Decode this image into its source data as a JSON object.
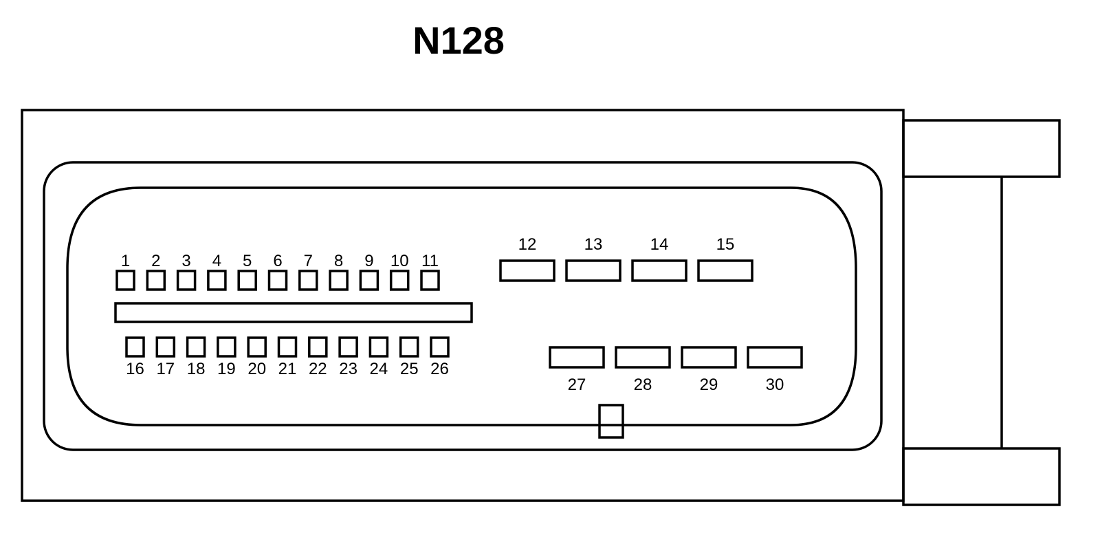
{
  "title": "N128",
  "pins": {
    "row_top_small": [
      "1",
      "2",
      "3",
      "4",
      "5",
      "6",
      "7",
      "8",
      "9",
      "10",
      "11"
    ],
    "row_bottom_small": [
      "16",
      "17",
      "18",
      "19",
      "20",
      "21",
      "22",
      "23",
      "24",
      "25",
      "26"
    ],
    "row_top_large": [
      "12",
      "13",
      "14",
      "15"
    ],
    "row_bottom_large": [
      "27",
      "28",
      "29",
      "30"
    ]
  },
  "colors": {
    "line": "#000000",
    "background": "#ffffff"
  }
}
